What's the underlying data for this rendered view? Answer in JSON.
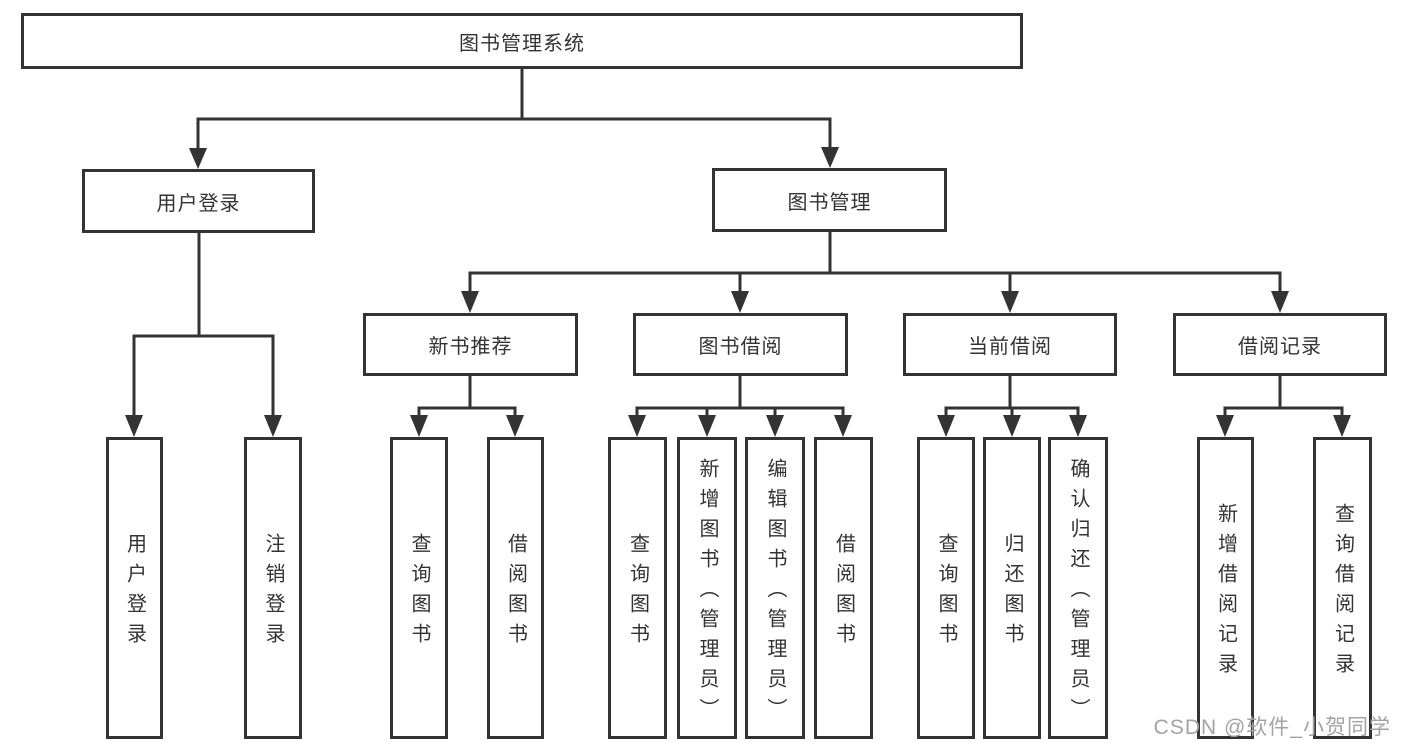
{
  "diagram": {
    "title": "图书管理系统",
    "root": {
      "label": "图书管理系统"
    },
    "branches": {
      "user_login": {
        "label": "用户登录"
      },
      "book_management": {
        "label": "图书管理"
      }
    },
    "modules": {
      "new_book_recommend": {
        "label": "新书推荐"
      },
      "book_borrow": {
        "label": "图书借阅"
      },
      "current_borrow": {
        "label": "当前借阅"
      },
      "borrow_records": {
        "label": "借阅记录"
      }
    },
    "leaves": {
      "user_login_login": "用户登录",
      "user_login_logout": "注销登录",
      "recommend_query_books": "查询图书",
      "recommend_borrow_books": "借阅图书",
      "borrow_query_books": "查询图书",
      "borrow_add_books_admin": "新增图书（管理员）",
      "borrow_edit_books_admin": "编辑图书（管理员）",
      "borrow_borrow_books": "借阅图书",
      "current_query_books": "查询图书",
      "current_return_books": "归还图书",
      "current_confirm_return_admin": "确认归还（管理员）",
      "records_add_record": "新增借阅记录",
      "records_query_record": "查询借阅记录"
    }
  },
  "watermark": {
    "text": "CSDN @软件_小贺同学"
  },
  "colors": {
    "line": "#333333",
    "box_border": "#333333",
    "text": "#333333",
    "watermark": "#a3a3a3",
    "background": "#ffffff"
  }
}
